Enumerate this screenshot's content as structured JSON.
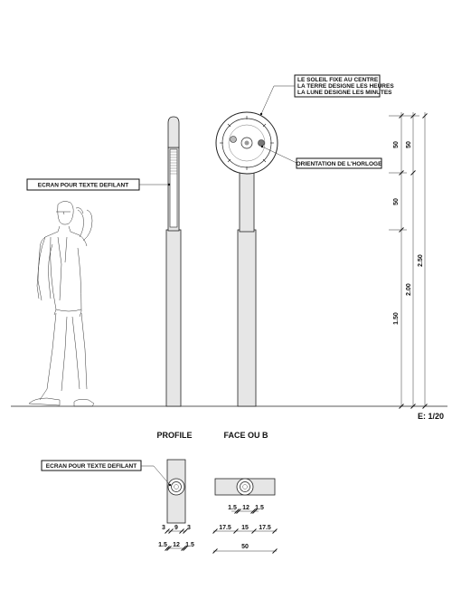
{
  "views": {
    "profile_title": "PROFILE",
    "face_title": "FACE OU B"
  },
  "scale": "E: 1/20",
  "callouts": {
    "screen_label": "ECRAN POUR TEXTE DEFILANT",
    "clock_note": [
      "LE SOLEIL FIXE AU CENTRE",
      "LA TERRE DESIGNE LES HEURES",
      "LA LUNE DESIGNE LES MINUTES"
    ],
    "orientation_label": "ORIENTATION DE L'HORLOGE"
  },
  "elevation_dims": {
    "inner": [
      "50",
      "50",
      "1.50"
    ],
    "middle": [
      "50",
      "2.00"
    ],
    "outer": "2.50"
  },
  "profile_plan_dims": {
    "top": [
      "3",
      "9",
      "3"
    ],
    "bottom": [
      "1.5",
      "12",
      "1.5"
    ]
  },
  "face_plan_dims": {
    "row1": [
      "1.5",
      "12",
      "1.5"
    ],
    "row2": [
      "17.5",
      "15",
      "17.5"
    ],
    "overall": "50"
  }
}
